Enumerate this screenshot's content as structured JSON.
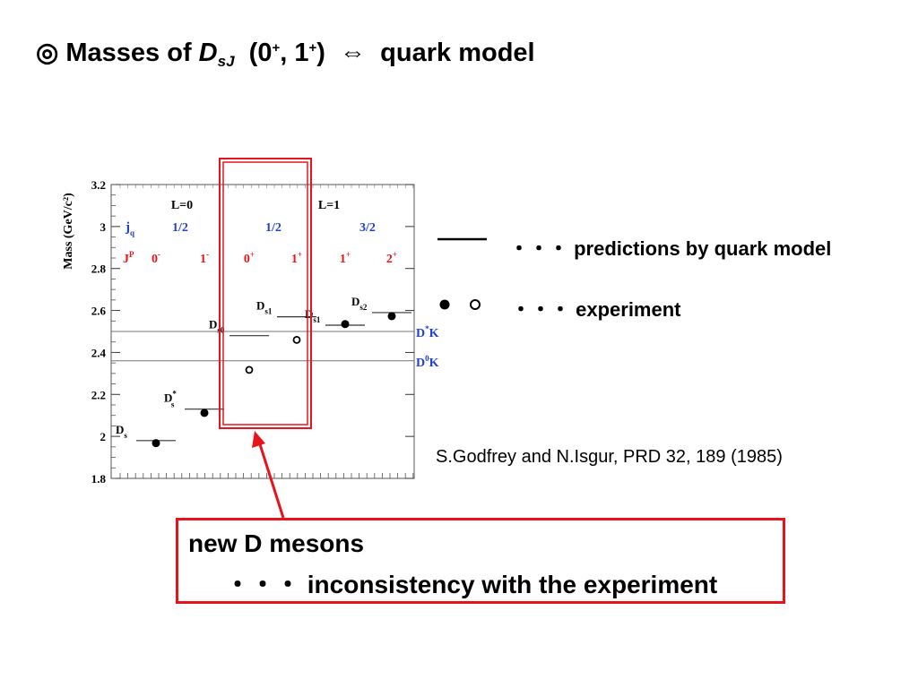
{
  "title": {
    "marker": "◎",
    "prefix": "Masses of ",
    "d": "D",
    "sub": "sJ",
    "open": "(0",
    "sup1": "+",
    "mid": ", 1",
    "sup2": "+",
    "close": ")",
    "arrow": "⇔",
    "suffix": "quark model"
  },
  "legend": {
    "predictions": "・・・ predictions by quark model",
    "experiment": "・・・ experiment"
  },
  "citation": "S.Godfrey and N.Isgur, PRD 32, 189 (1985)",
  "callout": {
    "line1": "new D mesons",
    "line2": "・・・ inconsistency with the experiment"
  },
  "colors": {
    "highlight": "#e8141b",
    "jq": "#1f3fd6",
    "jp": "#e8141b",
    "threshold": "#1f3fd6"
  },
  "chart_data": {
    "type": "scatter",
    "ylabel": "Mass (GeV/c²)",
    "ylim": [
      1.8,
      3.2
    ],
    "yticks": [
      "1.8",
      "2",
      "2.2",
      "2.4",
      "2.6",
      "2.8",
      "3",
      "3.2"
    ],
    "group_labels": [
      {
        "text": "L=0",
        "col": 1.5
      },
      {
        "text": "L=1",
        "col": 6.0
      }
    ],
    "jq_label": "jq",
    "jq_values": [
      {
        "text": "1/2",
        "col": 1.5
      },
      {
        "text": "1/2",
        "col": 4.5
      },
      {
        "text": "3/2",
        "col": 7.5
      }
    ],
    "jp_label": "JP",
    "jp_values": [
      {
        "text": "0-",
        "col": 1
      },
      {
        "text": "1-",
        "col": 2
      },
      {
        "text": "0+",
        "col": 4
      },
      {
        "text": "1+",
        "col": 5
      },
      {
        "text": "1+",
        "col": 7
      },
      {
        "text": "2+",
        "col": 8
      }
    ],
    "thresholds": [
      {
        "label": "D*K",
        "mass": 2.5
      },
      {
        "label": "D0K",
        "mass": 2.36
      }
    ],
    "predictions": [
      {
        "label": "Ds",
        "col": 1,
        "mass": 1.98
      },
      {
        "label": "Ds*",
        "col": 2,
        "mass": 2.13
      },
      {
        "label": "Ds0",
        "col": 4,
        "mass": 2.48
      },
      {
        "label": "Ds1",
        "col": 5,
        "mass": 2.57
      },
      {
        "label": "Ds1",
        "col": 7,
        "mass": 2.53
      },
      {
        "label": "Ds2",
        "col": 8,
        "mass": 2.59
      }
    ],
    "experiment": [
      {
        "col": 1,
        "mass": 1.968,
        "filled": true
      },
      {
        "col": 2,
        "mass": 2.112,
        "filled": true
      },
      {
        "col": 4,
        "mass": 2.317,
        "filled": false
      },
      {
        "col": 5,
        "mass": 2.46,
        "filled": false
      },
      {
        "col": 7,
        "mass": 2.535,
        "filled": true
      },
      {
        "col": 8,
        "mass": 2.573,
        "filled": true
      }
    ]
  }
}
